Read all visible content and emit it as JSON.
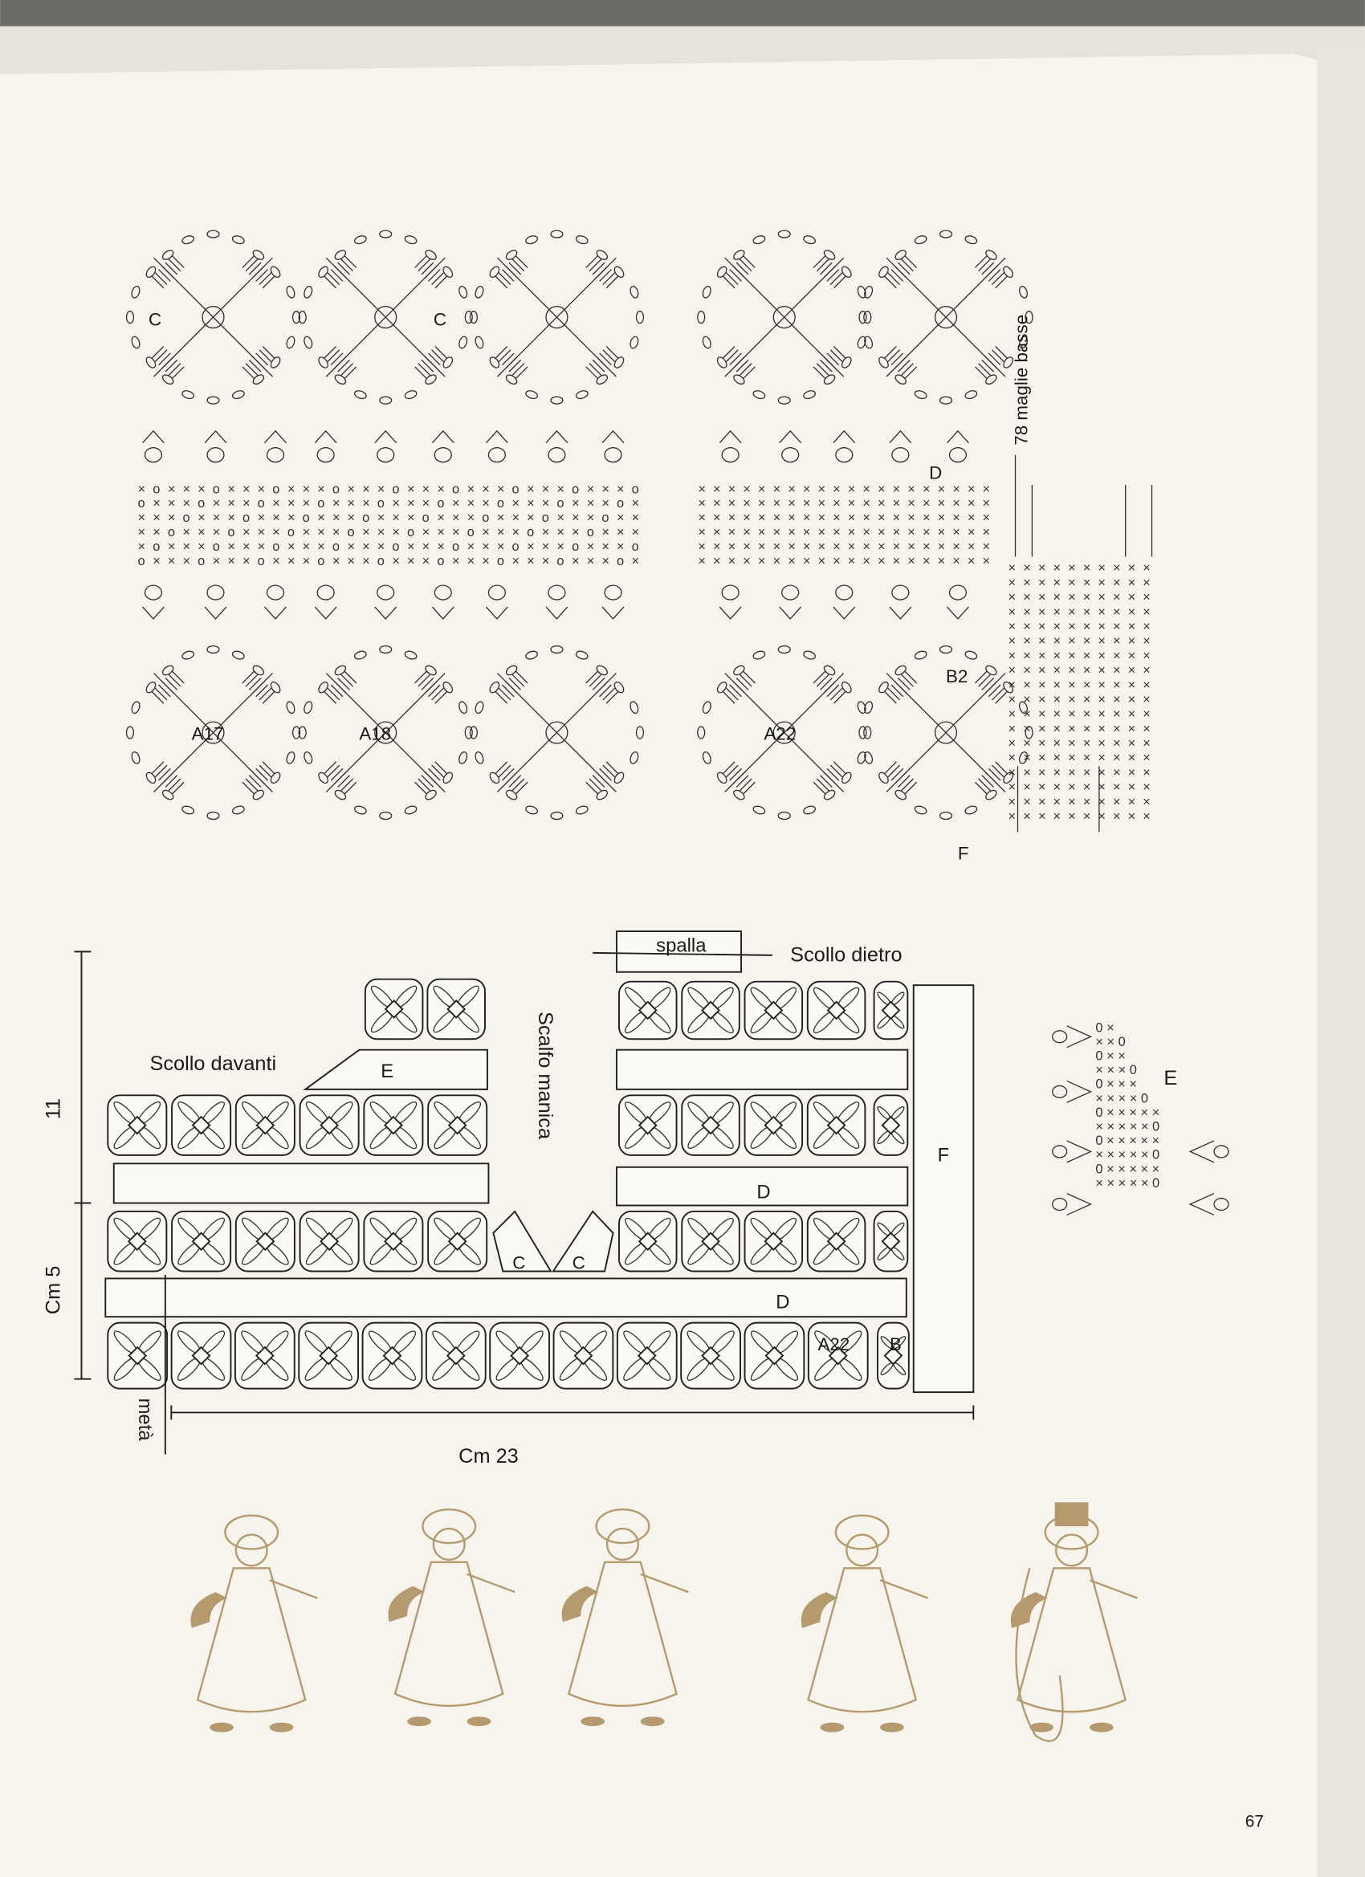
{
  "chart_top_left": {
    "labels": [
      "C",
      "C",
      "A17",
      "A18"
    ]
  },
  "chart_top_right": {
    "side_note": "78 maglie basse",
    "labels": [
      "D",
      "B2",
      "A22",
      "F"
    ]
  },
  "schematic": {
    "spalla": "spalla",
    "scollo_dietro": "Scollo dietro",
    "scollo_davanti": "Scollo davanti",
    "scalfo_manica": "Scalfo manica",
    "piece_e": "E",
    "piece_f": "F",
    "piece_d_upper": "D",
    "piece_d_lower": "D",
    "piece_c_left": "C",
    "piece_c_right": "C",
    "piece_a22": "A22",
    "piece_b": "B",
    "dim_11": "11",
    "dim_cm5": "Cm 5",
    "dim_cm23": "Cm 23",
    "meta": "metà"
  },
  "detail_e": {
    "label": "E",
    "rows": [
      "0 ×",
      "× × 0",
      "0 × ×",
      "× × × 0",
      "0 × × ×",
      "× × × × 0",
      "0 × × × × ×",
      "× × × × × 0",
      "0 × × × × ×",
      "× × × × × 0",
      "0 × × × × ×",
      "× × × × × 0"
    ]
  },
  "colors": {
    "ink": "#222222",
    "figure": "#b49a6e",
    "paper": "#f6f4ec"
  },
  "page_number": "67"
}
